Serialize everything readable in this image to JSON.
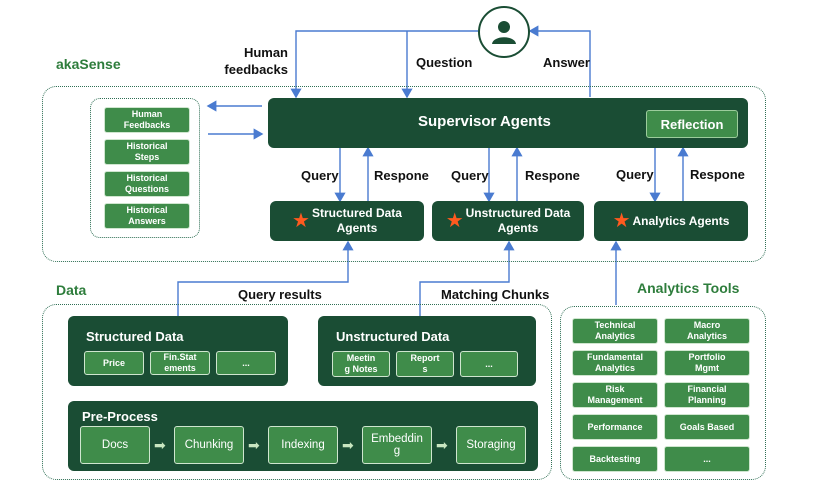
{
  "labels": {
    "akasense": "akaSense",
    "data": "Data",
    "analytics_tools": "Analytics Tools",
    "human_feedbacks": "Human\nfeedbacks",
    "question": "Question",
    "answer": "Answer",
    "query": "Query",
    "respone": "Respone",
    "query_results": "Query results",
    "matching_chunks": "Matching Chunks"
  },
  "memory": [
    "Human\nFeedbacks",
    "Historical\nSteps",
    "Historical\nQuestions",
    "Historical\nAnswers"
  ],
  "supervisor": {
    "title": "Supervisor Agents",
    "reflection": "Reflection"
  },
  "agents": {
    "structured": "Structured Data\nAgents",
    "unstructured": "Unstructured Data\nAgents",
    "analytics": "Analytics Agents"
  },
  "structured_data": {
    "title": "Structured Data",
    "items": [
      "Price",
      "Fin.Stat\nements",
      "..."
    ]
  },
  "unstructured_data": {
    "title": "Unstructured Data",
    "items": [
      "Meetin\ng Notes",
      "Report\ns",
      "..."
    ]
  },
  "preprocess": {
    "title": "Pre-Process",
    "steps": [
      "Docs",
      "Chunking",
      "Indexing",
      "Embeddin\ng",
      "Storaging"
    ]
  },
  "tools": [
    "Technical\nAnalytics",
    "Macro\nAnalytics",
    "Fundamental\nAnalytics",
    "Portfolio\nMgmt",
    "Risk\nManagement",
    "Financial\nPlanning",
    "Performance",
    "Goals Based",
    "Backtesting",
    "..."
  ],
  "colors": {
    "dark": "#1a4d34",
    "mid": "#3f8c4a",
    "accent": "#2e7d3c",
    "star": "#ff5a1f",
    "line": "#4a7bd0"
  },
  "icons": {
    "user": "user-icon",
    "star": "star-icon",
    "arrow": "arrow-right-icon"
  }
}
